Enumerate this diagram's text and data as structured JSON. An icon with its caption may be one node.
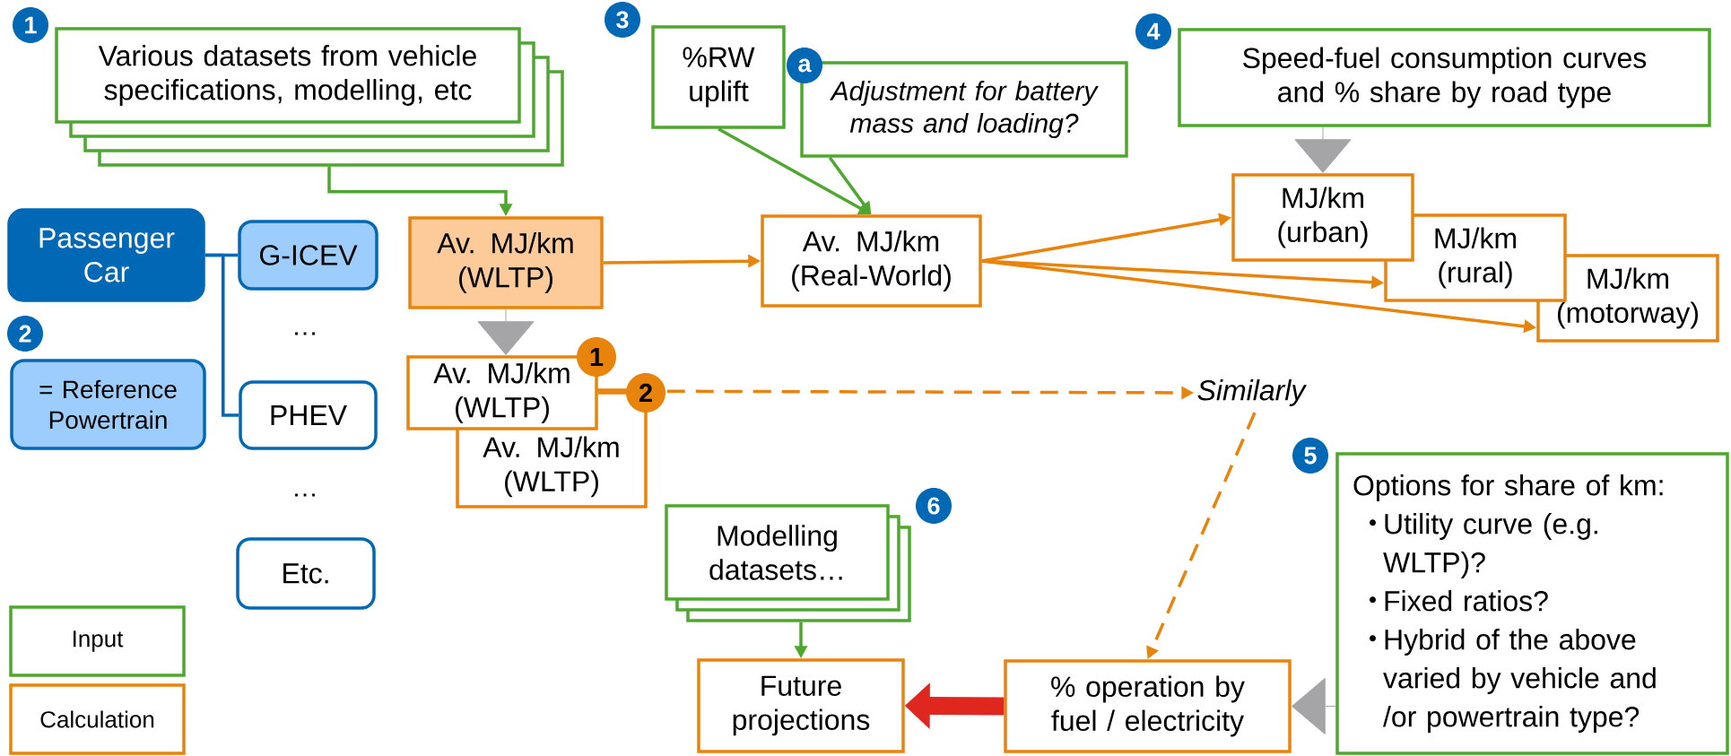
{
  "diagram": {
    "nodes": [
      {
        "text": [
          "Various datasets from vehicle specifications, modelling, etc"
        ]
      },
      {
        "text": [
          "%RW uplift"
        ]
      },
      {
        "text": [
          "Adjustment for battery mass and loading?"
        ]
      },
      {
        "text": [
          "Speed-fuel consumption curves and % share by road type"
        ]
      },
      {
        "text": [
          "Passenger Car"
        ]
      },
      {
        "text": [
          "G-ICEV"
        ]
      },
      {
        "text": [
          "Av. MJ/km (WLTP)"
        ]
      },
      {
        "text": [
          "Av. MJ/km (Real-World)"
        ]
      },
      {
        "text": [
          "MJ/km (urban)"
        ]
      },
      {
        "text": [
          "MJ/km (rural)"
        ]
      },
      {
        "text": [
          "MJ/km (motorway)"
        ]
      },
      {
        "text": [
          "= Reference Powertrain"
        ]
      },
      {
        "text": [
          "PHEV"
        ]
      },
      {
        "text": [
          "Av. MJ/km (WLTP)"
        ]
      },
      {
        "text": [
          "Av. MJ/km (WLTP)"
        ]
      },
      {
        "text": [
          "Etc."
        ]
      },
      {
        "text": [
          "Similarly"
        ]
      },
      {
        "text": [
          "Options for share of km:",
          "Utility curve (e.g. WLTP)?",
          "Fixed ratios?",
          "Hybrid of the above varied by vehicle and /or powertrain type?"
        ]
      },
      {
        "text": [
          "Modelling datasets…"
        ]
      },
      {
        "text": [
          "Future projections"
        ]
      },
      {
        "text": [
          "% operation by fuel / electricity"
        ]
      }
    ],
    "edges": [
      {
        "from": 0,
        "to": 6,
        "arrow": "to",
        "color": "#4ea72e"
      },
      {
        "from": 1,
        "to": 7,
        "arrow": "to",
        "color": "#4ea72e"
      },
      {
        "from": 2,
        "to": 7,
        "arrow": "to",
        "color": "#4ea72e"
      },
      {
        "from": 6,
        "to": 7,
        "arrow": "to"
      },
      {
        "from": 7,
        "to": 8,
        "arrow": "to"
      },
      {
        "from": 7,
        "to": 9,
        "arrow": "to"
      },
      {
        "from": 7,
        "to": 10,
        "arrow": "to"
      },
      {
        "from": 3,
        "to": 8,
        "arrow": "to",
        "color": "#a5a5a8"
      },
      {
        "from": 4,
        "to": 5,
        "arrow": "none",
        "color": "#0068b4"
      },
      {
        "from": 4,
        "to": 12,
        "arrow": "none",
        "color": "#0068b4"
      },
      {
        "from": 6,
        "to": 13,
        "arrow": "to",
        "color": "#a5a5a8"
      },
      {
        "from": 13,
        "to": 14,
        "arrow": "none"
      },
      {
        "from": 14,
        "to": 16,
        "arrow": "to",
        "style": "dashed"
      },
      {
        "from": 16,
        "to": 20,
        "arrow": "to",
        "style": "dashed"
      },
      {
        "from": 18,
        "to": 19,
        "arrow": "to",
        "color": "#4ea72e"
      },
      {
        "from": 20,
        "to": 19,
        "arrow": "to",
        "style": "thick",
        "color": "#e0271f"
      },
      {
        "from": 17,
        "to": 20,
        "arrow": "to",
        "color": "#a5a5a8"
      }
    ],
    "labels": [
      "1",
      "3",
      "a",
      "4",
      "2",
      "…",
      "1",
      "2",
      "…",
      "5",
      "6"
    ],
    "legend": [
      {
        "text": "Input",
        "color": "#4ea72e"
      },
      {
        "text": "Calculation",
        "color": "#e8830c"
      }
    ]
  }
}
